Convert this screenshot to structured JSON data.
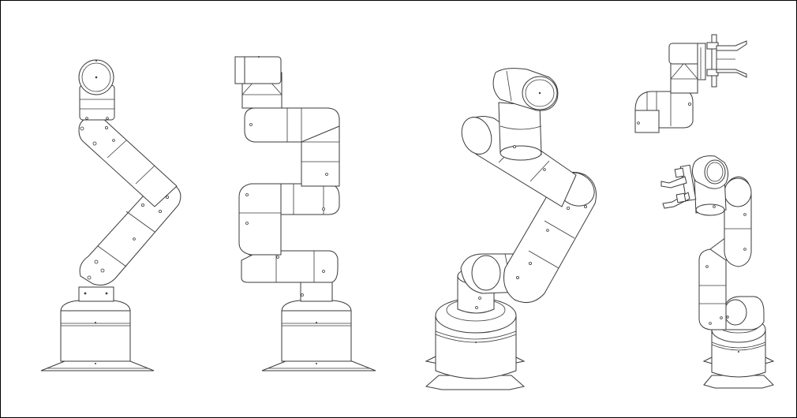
{
  "drawing": {
    "views": [
      {
        "id": "front-view",
        "icon": "robot-arm-front-view"
      },
      {
        "id": "side-view",
        "icon": "robot-arm-side-view"
      },
      {
        "id": "perspective-view",
        "icon": "robot-arm-perspective-view"
      },
      {
        "id": "gripper-detail-view",
        "icon": "gripper-end-effector-view"
      },
      {
        "id": "gripper-arm-view",
        "icon": "robot-arm-with-gripper-view"
      }
    ],
    "colors": {
      "line": "#3a3a3a",
      "background": "#ffffff",
      "border": "#000000"
    }
  }
}
